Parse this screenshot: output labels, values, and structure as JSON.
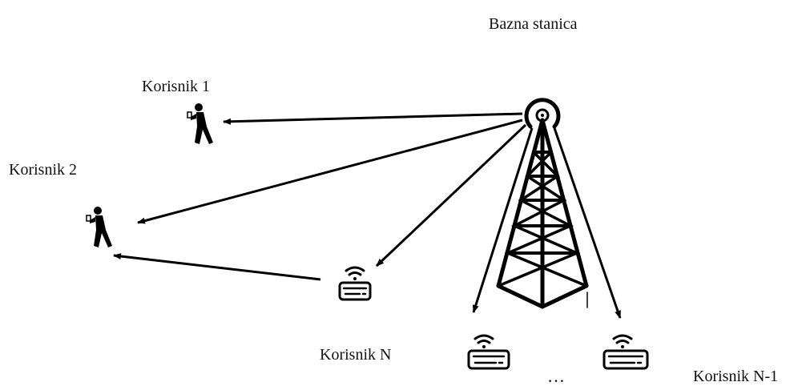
{
  "labels": {
    "base_station": "Bazna stanica",
    "user_1": "Korisnik 1",
    "user_2": "Korisnik 2",
    "user_n": "Korisnik N",
    "user_n_minus_1": "Korisnik N-1",
    "ellipsis": "…"
  },
  "icons": {
    "tower": "radio-tower-icon",
    "person": "walking-person-with-phone-icon",
    "device": "wifi-router-icon"
  },
  "colors": {
    "stroke": "#000000",
    "background": "#ffffff"
  }
}
